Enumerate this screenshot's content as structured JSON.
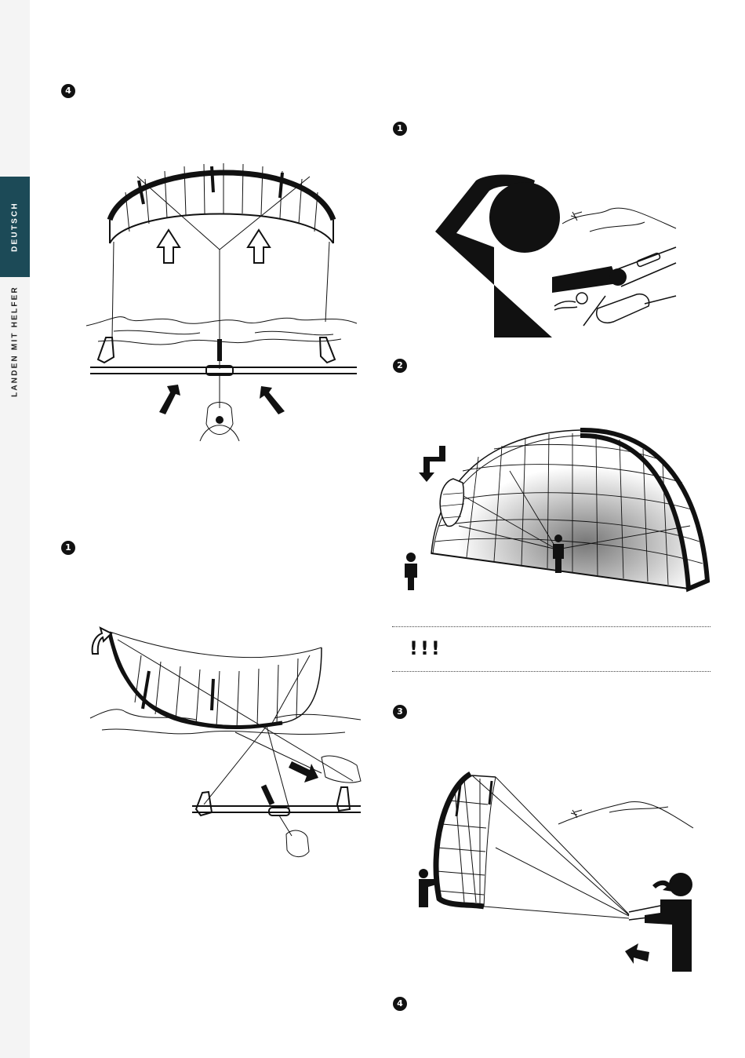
{
  "sidebar": {
    "tab_label": "DEUTSCH",
    "section_label": "LANDEN MIT HELFER",
    "tab_color": "#1c4a57"
  },
  "steps": {
    "left_top": "4",
    "left_bottom": "1",
    "right_1": "1",
    "right_2": "2",
    "right_3": "3",
    "right_4": "4"
  },
  "warning": {
    "text": "!!!"
  },
  "icons": {
    "arrow_up": "up-outline-arrow",
    "arrow_push": "push-arrow",
    "arrow_turn": "turn-arrow",
    "arrow_step": "step-down-arrow",
    "person": "person-silhouette"
  }
}
